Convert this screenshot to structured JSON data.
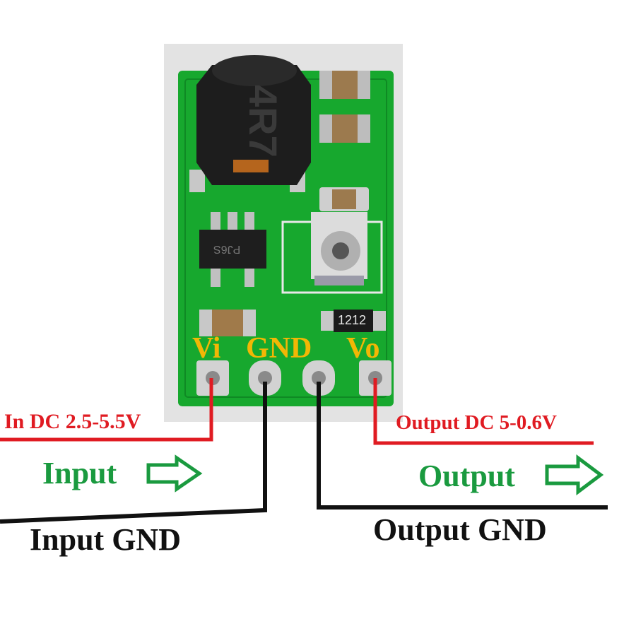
{
  "pins": {
    "vi": "Vi",
    "gnd": "GND",
    "vo": "Vo"
  },
  "input_range": "In DC 2.5-5.5V",
  "output_range": "Output DC 5-0.6V",
  "input_label": "Input",
  "output_label": "Output",
  "input_gnd": "Input GND",
  "output_gnd": "Output GND",
  "inductor_marking": "4R7",
  "chip_marking": "PJ6S",
  "resistor_marking": "1212",
  "colors": {
    "pcb": "#17a82e",
    "pin_label": "#f2b705",
    "input_wire": "#e01b22",
    "gnd_wire": "#111111",
    "arrow": "#1a9a3f"
  }
}
